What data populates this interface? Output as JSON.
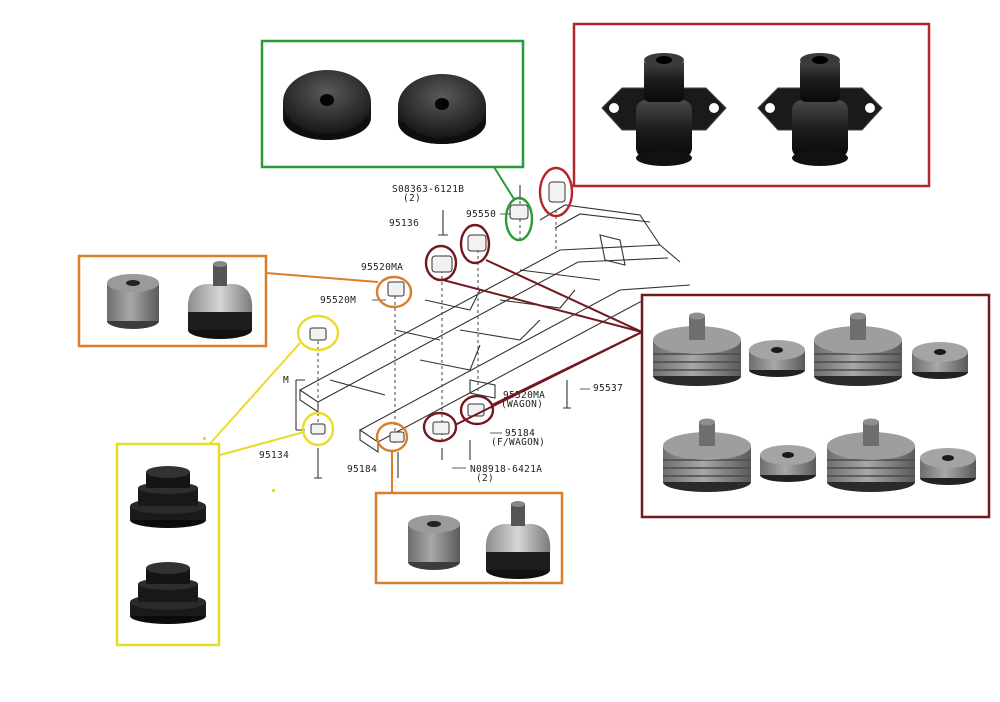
{
  "diagram": {
    "part_numbers": {
      "n08363": "S08363-6121B",
      "n08363_qty": "(2)",
      "p95136": "95136",
      "p95550": "95550",
      "p95520ma": "95520MA",
      "p95520m": "95520M",
      "p95520ma_wagon": "95520MA",
      "wagon_note": "(WAGON)",
      "p95537": "95537",
      "p95184_fw": "95184",
      "fw_note": "(F/WAGON)",
      "p95184": "95184",
      "p95134": "95134",
      "n08918": "N08918-6421A",
      "n08918_qty": "(2)",
      "m_label": "M"
    },
    "groups": [
      {
        "name": "green",
        "color": "#2a9a3a"
      },
      {
        "name": "red",
        "color": "#b3262a"
      },
      {
        "name": "orange",
        "color": "#d97e2b"
      },
      {
        "name": "yellow",
        "color": "#e8dc25"
      },
      {
        "name": "maroon",
        "color": "#731820"
      }
    ]
  }
}
